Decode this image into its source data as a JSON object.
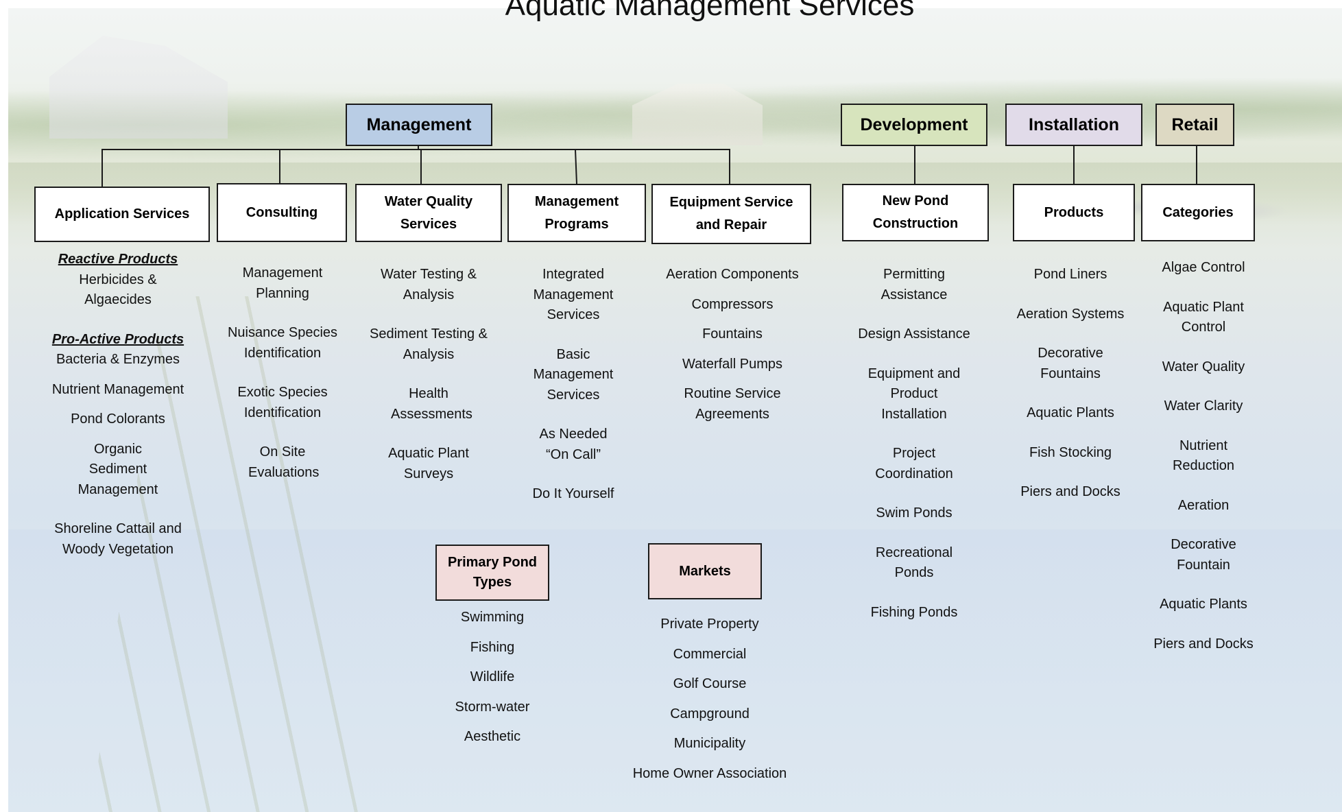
{
  "title": "Aquatic Management Services",
  "top_categories": {
    "management": "Management",
    "development": "Development",
    "installation": "Installation",
    "retail": "Retail"
  },
  "sub_categories": {
    "application_services": "Application Services",
    "consulting": "Consulting",
    "water_quality_services": "Water Quality Services",
    "management_programs": "Management Programs",
    "equipment_service": "Equipment Service and Repair",
    "new_pond_construction": "New Pond Construction",
    "products": "Products",
    "categories": "Categories"
  },
  "application_services": {
    "reactive_header": "Reactive Products",
    "reactive_items": [
      "Herbicides & Algaecides"
    ],
    "proactive_header": "Pro-Active Products",
    "proactive_items": [
      "Bacteria & Enzymes",
      "Nutrient Management",
      "Pond Colorants",
      "Organic Sediment Management",
      "Shoreline Cattail and Woody Vegetation"
    ]
  },
  "consulting_items": [
    "Management Planning",
    "Nuisance Species Identification",
    "Exotic Species Identification",
    "On Site Evaluations"
  ],
  "water_quality_items": [
    "Water Testing & Analysis",
    "Sediment Testing & Analysis",
    "Health Assessments",
    "Aquatic Plant Surveys"
  ],
  "management_programs_items": [
    "Integrated Management Services",
    "Basic Management Services",
    "As Needed “On Call”",
    "Do It Yourself"
  ],
  "equipment_items": [
    "Aeration Components",
    "Compressors",
    "Fountains",
    "Waterfall Pumps",
    "Routine Service Agreements"
  ],
  "new_pond_items": [
    "Permitting Assistance",
    "Design Assistance",
    "Equipment and Product Installation",
    "Project Coordination",
    "Swim Ponds",
    "Recreational Ponds",
    "Fishing Ponds"
  ],
  "products_items": [
    "Pond Liners",
    "Aeration Systems",
    "Decorative Fountains",
    "Aquatic Plants",
    "Fish Stocking",
    "Piers and Docks"
  ],
  "categories_items": [
    "Algae Control",
    "Aquatic Plant Control",
    "Water Quality",
    "Water Clarity",
    "Nutrient Reduction",
    "Aeration",
    "Decorative Fountain",
    "Aquatic Plants",
    "Piers and Docks"
  ],
  "primary_pond_types": {
    "label": "Primary Pond Types",
    "items": [
      "Swimming",
      "Fishing",
      "Wildlife",
      "Storm-water",
      "Aesthetic"
    ]
  },
  "markets": {
    "label": "Markets",
    "items": [
      "Private Property",
      "Commercial",
      "Golf Course",
      "Campground",
      "Municipality",
      "Home Owner Association"
    ]
  },
  "colors": {
    "management": "#b9cde5",
    "development": "#d7e4bd",
    "installation": "#e1dbe9",
    "retail": "#ddd9c3",
    "secondary_boxes": "#f2dcdb"
  }
}
